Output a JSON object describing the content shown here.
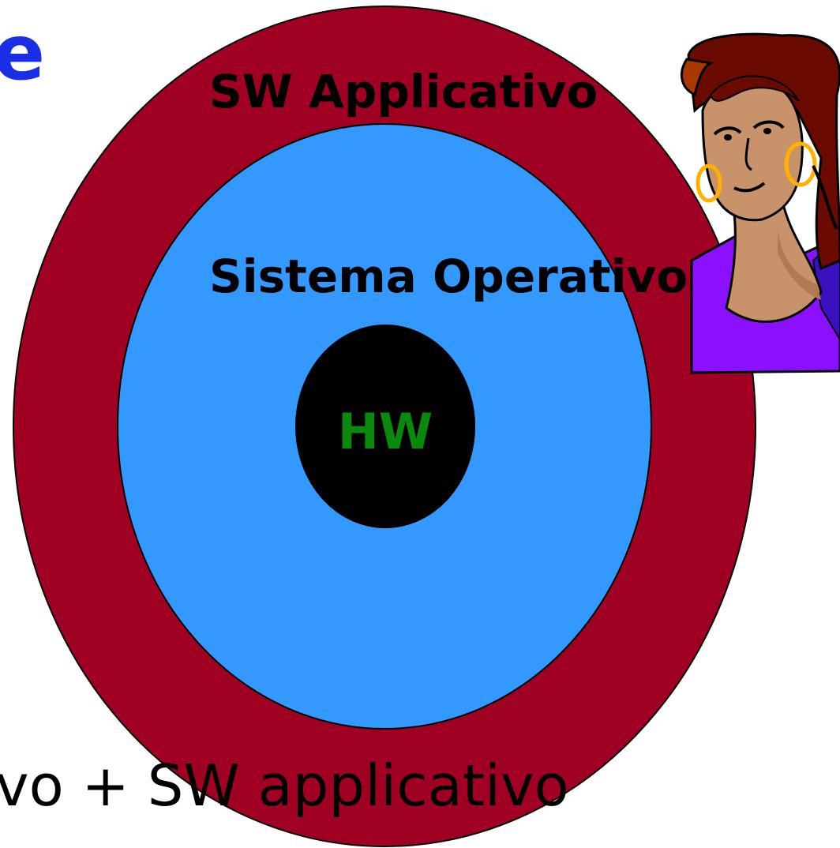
{
  "title_fragment": "e",
  "diagram": {
    "outer_label": "SW Applicativo",
    "middle_label": "Sistema Operativo",
    "inner_label": "HW"
  },
  "footer_text": "vo + SW applicativo",
  "colors": {
    "title": "#1a2ee6",
    "outer_ring": "#a00022",
    "middle_ring": "#3399ff",
    "core": "#000000",
    "core_label": "#0a8a0a",
    "label": "#000000",
    "outline": "#000000"
  },
  "clipart": {
    "icon": "woman-figure-icon"
  }
}
